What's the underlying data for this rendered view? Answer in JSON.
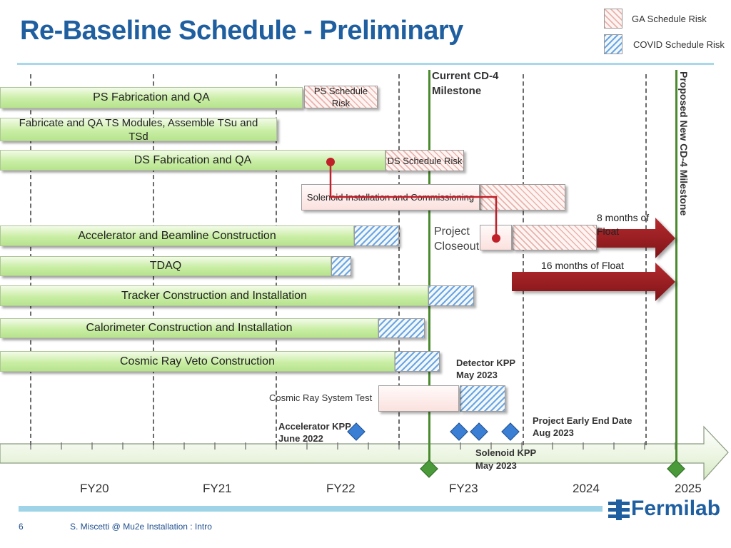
{
  "title": "Re-Baseline Schedule - Preliminary",
  "legend": {
    "ga_label": "GA Schedule Risk",
    "covid_label": "COVID Schedule Risk"
  },
  "milestones": {
    "current": "Current CD-4 Milestone",
    "proposed": "Proposed New CD-4 Milestone"
  },
  "tasks": [
    {
      "label": "PS Fabrication and QA"
    },
    {
      "label": "Fabricate and QA TS Modules, Assemble TSu and TSd"
    },
    {
      "label": "DS Fabrication and QA"
    },
    {
      "label": "Accelerator and Beamline Construction"
    },
    {
      "label": "TDAQ"
    },
    {
      "label": "Tracker Construction and Installation"
    },
    {
      "label": "Calorimeter Construction and Installation"
    },
    {
      "label": "Cosmic Ray Veto Construction"
    }
  ],
  "risk_labels": {
    "ps": "PS Schedule Risk",
    "ds": "DS Schedule Risk"
  },
  "pink_tasks": {
    "solenoid": "Solenoid Installation and Commissioning",
    "project_closeout": "Project Closeout",
    "cosmic_test": "Cosmic Ray System Test"
  },
  "float": {
    "eight": "8 months of Float",
    "sixteen": "16 months of Float"
  },
  "notes": {
    "detector_kpp": "Detector KPP",
    "detector_kpp_date": "May 2023",
    "accelerator_kpp": "Accelerator KPP",
    "accelerator_kpp_date": "June 2022",
    "solenoid_kpp": "Solenoid KPP",
    "solenoid_kpp_date": "May 2023",
    "early_end": "Project Early End Date",
    "early_end_date": "Aug 2023"
  },
  "fiscal_years": [
    "FY20",
    "FY21",
    "FY22",
    "FY23",
    "2024",
    "2025"
  ],
  "footer": {
    "page": "6",
    "text": "S. Miscetti @ Mu2e Installation : Intro",
    "logo": "Fermilab"
  },
  "colors": {
    "title": "#1f5fa0",
    "task_bar": "#c9eea5",
    "float_arrow": "#9b1c20",
    "milestone_line": "#4a8a2e",
    "kpp_diamond": "#3a7fd4"
  }
}
